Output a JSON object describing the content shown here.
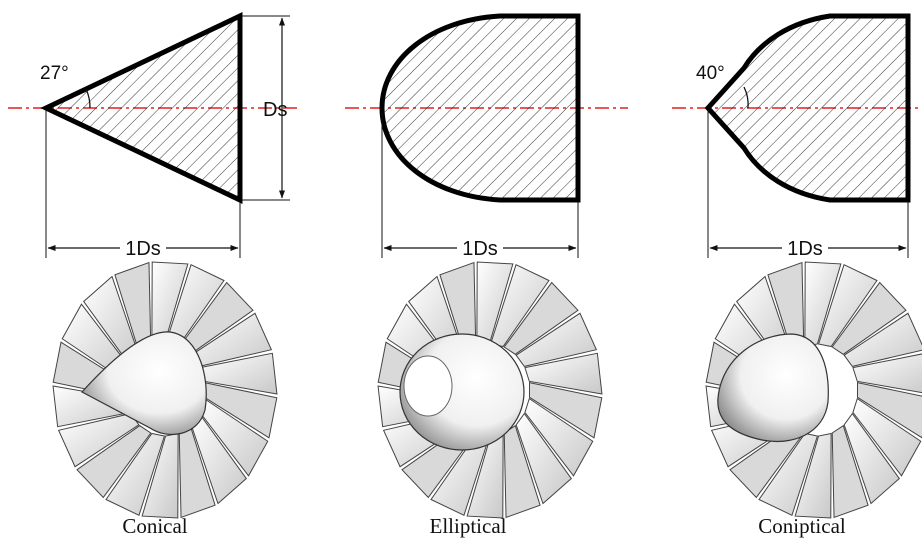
{
  "figure": {
    "accent_color": "#e02020",
    "panels": [
      {
        "id": "conical",
        "caption": "Conical",
        "angle_label": "27°",
        "length_label": "1Ds",
        "diameter_label": "Ds"
      },
      {
        "id": "elliptical",
        "caption": "Elliptical",
        "length_label": "1Ds"
      },
      {
        "id": "coniptical",
        "caption": "Coniptical",
        "angle_label": "40°",
        "length_label": "1Ds"
      }
    ]
  }
}
